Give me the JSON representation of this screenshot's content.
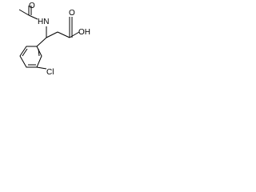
{
  "structure": {
    "atom_labels": {
      "nh": "HN",
      "carbonyl_o_acetyl": "O",
      "carbonyl_o_acid": "O",
      "oh": "OH",
      "cl": "Cl"
    },
    "colors": {
      "bond": "#000000",
      "text": "#000000",
      "background": "#ffffff"
    }
  }
}
